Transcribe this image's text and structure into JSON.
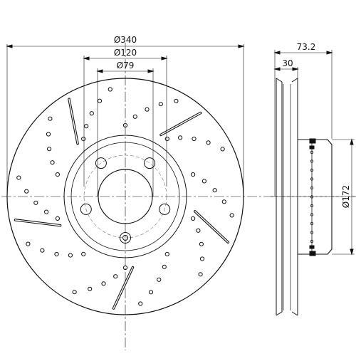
{
  "drawing": {
    "front_view": {
      "dimensions": {
        "outer_diameter": "Ø340",
        "bolt_circle": "Ø120",
        "center_bore": "Ø79"
      },
      "bolt_holes": 5,
      "slots": 5
    },
    "side_view": {
      "dimensions": {
        "total_height": "73.2",
        "disc_thickness": "30",
        "hat_diameter": "Ø172"
      }
    }
  }
}
